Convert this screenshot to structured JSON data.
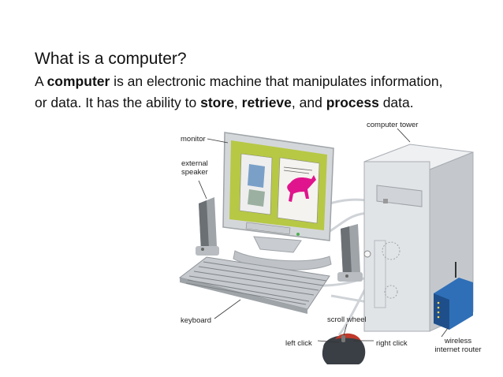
{
  "slide": {
    "title": "What is a computer?",
    "paragraph": {
      "intro": "A ",
      "term": "computer",
      "rest1": " is an electronic machine that manipulates information, or data. It has the ability to ",
      "store": "store",
      "sep1": ", ",
      "retrieve": "retrieve",
      "sep2": ", and ",
      "process": "process",
      "end": " data."
    }
  },
  "diagram": {
    "labels": {
      "computer_tower": "computer tower",
      "monitor": "monitor",
      "external_speaker_1": "external",
      "external_speaker_2": "speaker",
      "keyboard": "keyboard",
      "scroll_wheel": "scroll wheel",
      "left_click": "left click",
      "right_click": "right click",
      "wireless_1": "wireless",
      "wireless_2": "internet router"
    },
    "colors": {
      "screen_green": "#b7c845",
      "horse_magenta": "#e0148c",
      "router_blue": "#2f6fb8",
      "case_gray": "#d9dcdf",
      "mouse_red": "#c0392b"
    }
  }
}
